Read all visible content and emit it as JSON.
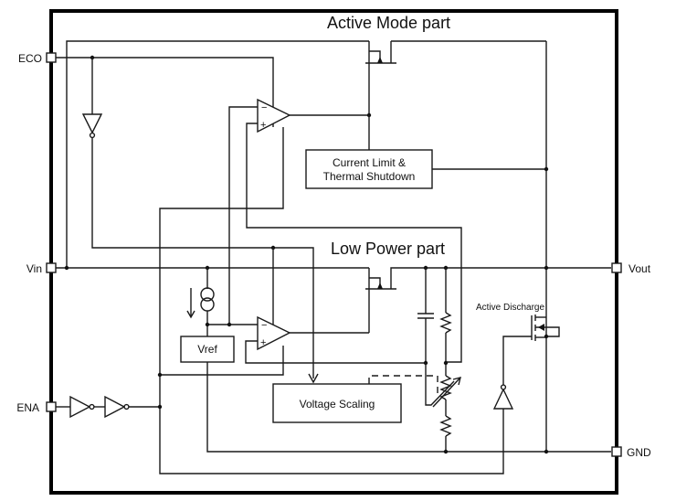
{
  "diagram": {
    "type": "block-diagram",
    "subject": "LDO regulator internal block diagram",
    "sections": {
      "active_mode": "Active Mode part",
      "low_power": "Low Power part"
    },
    "pins": {
      "eco": "ECO",
      "vin": "Vin",
      "ena": "ENA",
      "vout": "Vout",
      "gnd": "GND"
    },
    "blocks": {
      "current_limit_line1": "Current Limit &",
      "current_limit_line2": "Thermal Shutdown",
      "vref": "Vref",
      "voltage_scaling": "Voltage Scaling",
      "active_discharge": "Active Discharge"
    },
    "opamp_signs": {
      "minus": "−",
      "plus": "+"
    },
    "components": [
      "active-mode-pass-pmos",
      "low-power-pass-pmos",
      "error-amplifier-active",
      "error-amplifier-low-power",
      "current-source",
      "eco-inverter",
      "ena-buffer-inverter-1",
      "ena-buffer-inverter-2",
      "discharge-inverter",
      "discharge-nmos",
      "output-capacitor",
      "feedback-resistor-top",
      "feedback-variable-resistor",
      "feedback-resistor-bottom"
    ]
  }
}
